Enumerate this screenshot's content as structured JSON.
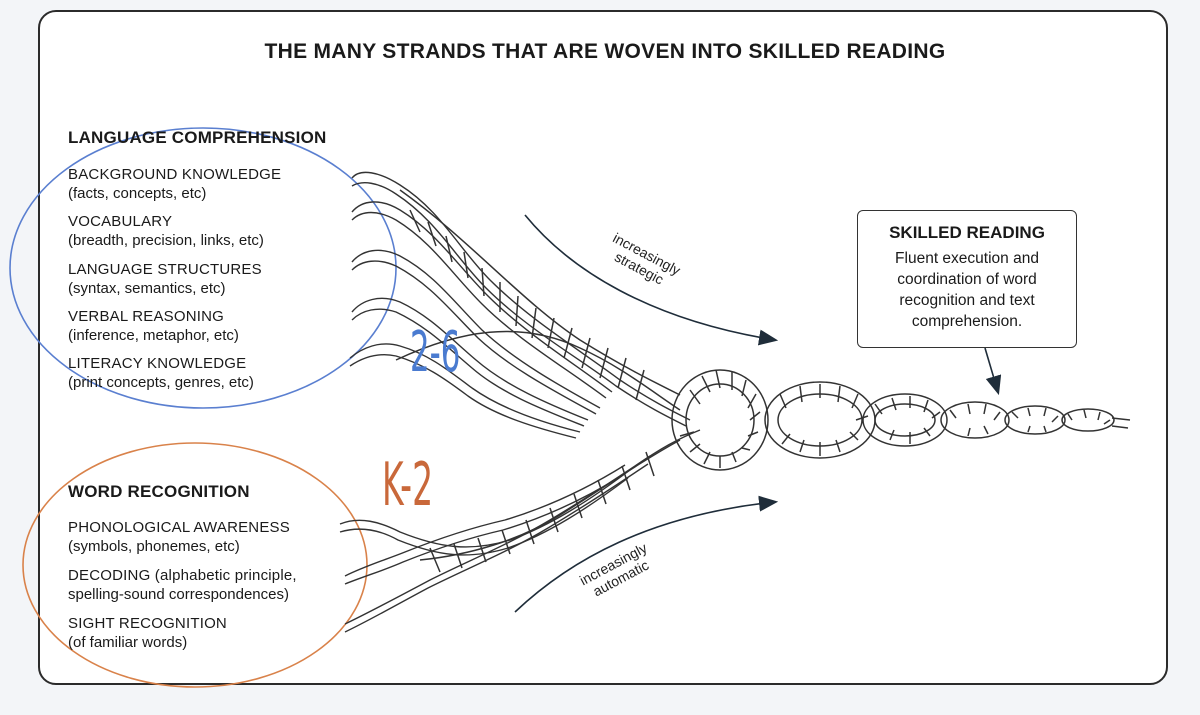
{
  "title": "THE MANY STRANDS THAT ARE WOVEN INTO SKILLED READING",
  "language_comprehension": {
    "heading": "LANGUAGE COMPREHENSION",
    "strands": [
      {
        "name": "BACKGROUND KNOWLEDGE",
        "detail": "(facts, concepts, etc)"
      },
      {
        "name": "VOCABULARY",
        "detail": "(breadth, precision, links, etc)"
      },
      {
        "name": "LANGUAGE STRUCTURES",
        "detail": "(syntax, semantics, etc)"
      },
      {
        "name": "VERBAL REASONING",
        "detail": "(inference, metaphor, etc)"
      },
      {
        "name": "LITERACY KNOWLEDGE",
        "detail": "(print concepts, genres, etc)"
      }
    ]
  },
  "word_recognition": {
    "heading": "WORD RECOGNITION",
    "strands": [
      {
        "name": "PHONOLOGICAL AWARENESS",
        "detail": "(symbols, phonemes, etc)"
      },
      {
        "name": "DECODING (alphabetic principle,",
        "detail": "spelling-sound correspondences)"
      },
      {
        "name": "SIGHT RECOGNITION",
        "detail": "(of familiar words)"
      }
    ]
  },
  "arrows": {
    "top": {
      "line1": "increasingly",
      "line2": "strategic"
    },
    "bottom": {
      "line1": "increasingly",
      "line2": "automatic"
    }
  },
  "skilled_reading": {
    "heading": "SKILLED READING",
    "body": "Fluent execution and coordination of word recognition and text comprehension."
  },
  "annotations": {
    "grades_language": "2-6",
    "grades_word": "K-2",
    "circle_language_color": "#5a7fd0",
    "circle_word_color": "#d9824a"
  }
}
